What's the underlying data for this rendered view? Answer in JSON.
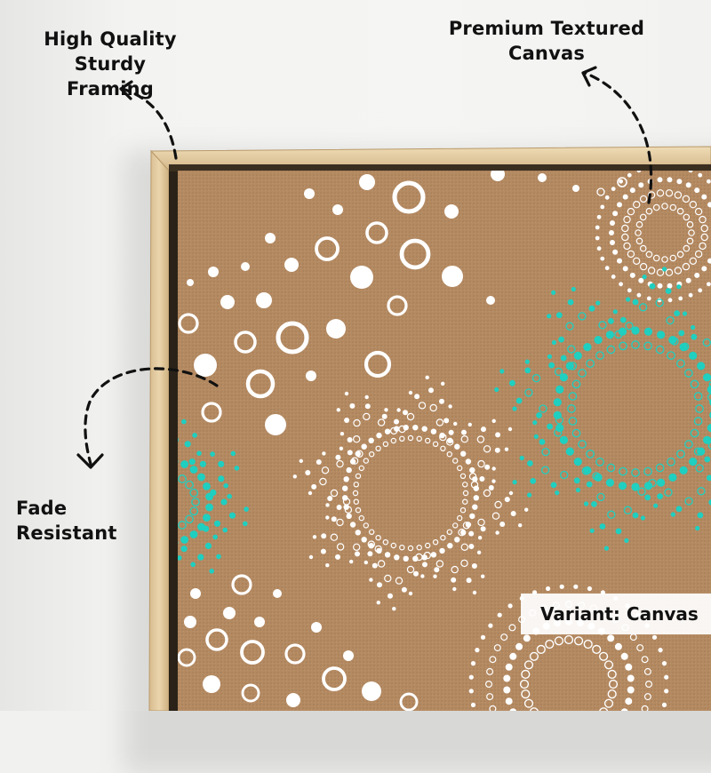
{
  "labels": {
    "framing": [
      "High Quality Sturdy",
      "Framing"
    ],
    "canvas": [
      "Premium Textured",
      "Canvas"
    ],
    "fade": "Fade Resistant"
  },
  "variant": {
    "key": "Variant:",
    "value": "Canvas"
  },
  "colors": {
    "canvas_bg": "#b48a62",
    "dot_white": "#ffffff",
    "dot_teal": "#1fcfc0",
    "frame_wood": "#e1c89c",
    "frame_inner": "#2a2218",
    "wall": "#f3f3f1",
    "arrow": "#111111"
  }
}
